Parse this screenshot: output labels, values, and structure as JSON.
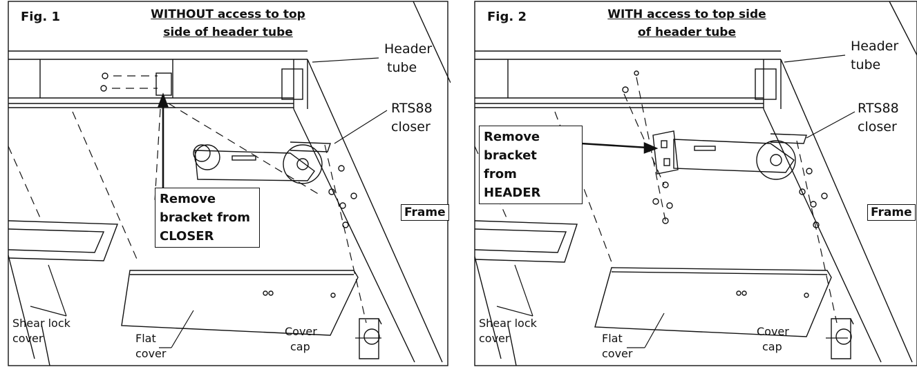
{
  "figure1": {
    "fig_label": "Fig. 1",
    "title_line1": "WITHOUT access to top",
    "title_line2": "side of header tube",
    "callout_line1": "Remove",
    "callout_line2": "bracket from",
    "callout_line3": "CLOSER",
    "header_line1": "Header",
    "header_line2": "tube",
    "closer_line1": "RTS88",
    "closer_line2": "closer",
    "frame": "Frame",
    "shear_line1": "Shear lock",
    "shear_line2": "cover",
    "flat_line1": "Flat",
    "flat_line2": "cover",
    "cap_line1": "Cover",
    "cap_line2": "cap"
  },
  "figure2": {
    "fig_label": "Fig. 2",
    "title_line1": "WITH access to top side",
    "title_line2": "of header tube",
    "callout_line1": "Remove",
    "callout_line2": "bracket",
    "callout_line3": "from",
    "callout_line4": "HEADER",
    "header_line1": "Header",
    "header_line2": "tube",
    "closer_line1": "RTS88",
    "closer_line2": "closer",
    "frame": "Frame",
    "shear_line1": "Shear lock",
    "shear_line2": "cover",
    "flat_line1": "Flat",
    "flat_line2": "cover",
    "cap_line1": "Cover",
    "cap_line2": "cap"
  }
}
